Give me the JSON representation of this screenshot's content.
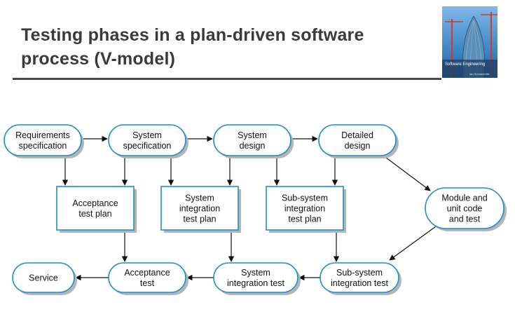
{
  "slide": {
    "title_line1": "Testing phases in a plan-driven software",
    "title_line2": "process (V-model)",
    "book_cover": {
      "title": "Software Engineering",
      "author": "Ian Sommerville"
    }
  },
  "diagram": {
    "nodes": {
      "requirements_spec": [
        "Requirements",
        "specification"
      ],
      "system_spec": [
        "System",
        "specification"
      ],
      "system_design": [
        "System",
        "design"
      ],
      "detailed_design": [
        "Detailed",
        "design"
      ],
      "acceptance_plan": [
        "Acceptance",
        "test plan"
      ],
      "integration_plan": [
        "System",
        "integration",
        "test plan"
      ],
      "subsystem_plan": [
        "Sub-system",
        "integration",
        "test plan"
      ],
      "module_unit": [
        "Module and",
        "unit code",
        "and test"
      ],
      "service": [
        "Service"
      ],
      "acceptance_test": [
        "Acceptance",
        "test"
      ],
      "system_integration_test": [
        "System",
        "integration test"
      ],
      "subsystem_integration_test": [
        "Sub-system",
        "integration test"
      ]
    },
    "edges": [
      [
        "requirements_spec",
        "system_spec"
      ],
      [
        "system_spec",
        "system_design"
      ],
      [
        "system_design",
        "detailed_design"
      ],
      [
        "requirements_spec",
        "acceptance_plan"
      ],
      [
        "system_spec",
        "acceptance_plan"
      ],
      [
        "system_spec",
        "integration_plan"
      ],
      [
        "system_design",
        "integration_plan"
      ],
      [
        "system_design",
        "subsystem_plan"
      ],
      [
        "detailed_design",
        "subsystem_plan"
      ],
      [
        "detailed_design",
        "module_unit"
      ],
      [
        "module_unit",
        "subsystem_integration_test"
      ],
      [
        "acceptance_plan",
        "acceptance_test"
      ],
      [
        "integration_plan",
        "system_integration_test"
      ],
      [
        "subsystem_plan",
        "subsystem_integration_test"
      ],
      [
        "subsystem_integration_test",
        "system_integration_test"
      ],
      [
        "system_integration_test",
        "acceptance_test"
      ],
      [
        "acceptance_test",
        "service"
      ]
    ],
    "colors": {
      "node_fill": "#ffffff",
      "node_border": "#1e8fc8",
      "shadow": "#b5b5b5",
      "arrow": "#111111"
    }
  }
}
